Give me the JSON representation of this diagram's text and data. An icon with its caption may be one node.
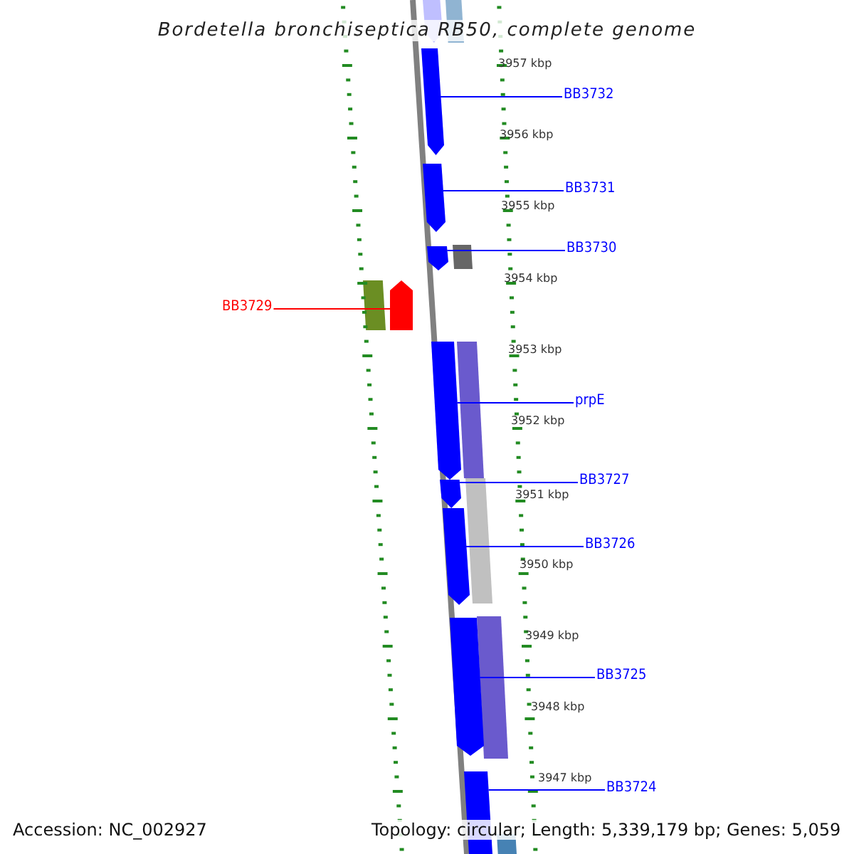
{
  "diagram": {
    "title": "Bordetella bronchiseptica RB50, complete genome",
    "nodes": [
      {
        "text": [
          "BB3732"
        ]
      },
      {
        "text": [],
        "shape": "bar"
      },
      {
        "text": [
          "BB3731"
        ]
      },
      {
        "text": [],
        "shape": "bar"
      },
      {
        "text": [
          "BB3730"
        ]
      },
      {
        "text": [],
        "shape": "bar"
      },
      {
        "text": [
          "BB3729"
        ]
      },
      {
        "text": [],
        "shape": "bar"
      },
      {
        "text": [
          "prpE"
        ]
      },
      {
        "text": [],
        "shape": "bar"
      },
      {
        "text": [
          "BB3727"
        ]
      },
      {
        "text": [],
        "shape": "bar"
      },
      {
        "text": [
          "BB3726"
        ]
      },
      {
        "text": [],
        "shape": "bar"
      },
      {
        "text": [
          "BB3725"
        ]
      },
      {
        "text": [],
        "shape": "bar"
      },
      {
        "text": [
          "BB3724"
        ]
      },
      {
        "text": [],
        "shape": "bar"
      }
    ],
    "edges": [
      {
        "from": 0,
        "to": 1,
        "arrow": "none"
      },
      {
        "from": 2,
        "to": 3,
        "arrow": "none"
      },
      {
        "from": 4,
        "to": 5,
        "arrow": "none"
      },
      {
        "from": 6,
        "to": 7,
        "arrow": "none",
        "color": "#ff0000"
      },
      {
        "from": 8,
        "to": 9,
        "arrow": "none"
      },
      {
        "from": 10,
        "to": 11,
        "arrow": "none"
      },
      {
        "from": 12,
        "to": 13,
        "arrow": "none"
      },
      {
        "from": 14,
        "to": 15,
        "arrow": "none"
      },
      {
        "from": 16,
        "to": 17,
        "arrow": "none"
      }
    ],
    "labels": [
      "3957 kbp",
      "3956 kbp",
      "3955 kbp",
      "3954 kbp",
      "3953 kbp",
      "3952 kbp",
      "3951 kbp",
      "3950 kbp",
      "3949 kbp",
      "3948 kbp",
      "3947 kbp",
      "Accession: NC_002927",
      "Topology: circular; Length: 5,339,179 bp; Genes: 5,059"
    ]
  }
}
